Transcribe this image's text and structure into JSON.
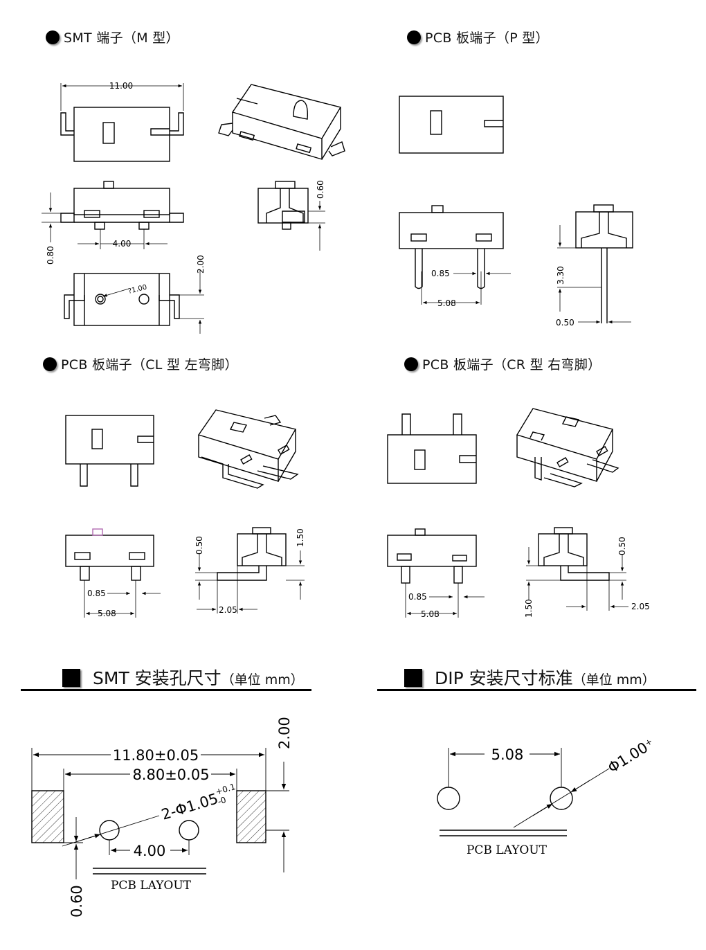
{
  "sections": {
    "smt_m": "SMT 端子（M 型）",
    "pcb_p": "PCB 板端子（P 型）",
    "pcb_cl": "PCB 板端子（CL 型 左弯脚）",
    "pcb_cr": "PCB 板端子（CR 型 右弯脚）"
  },
  "headers": {
    "smt_title": "SMT 安装孔尺寸",
    "smt_unit": "（单位 mm）",
    "dip_title": "DIP 安装尺寸标准",
    "dip_unit": "（单位 mm）"
  },
  "dims": {
    "m_width": "11.00",
    "m_pitch": "4.00",
    "m_h080": "0.80",
    "m_h060": "0.60",
    "m_200": "2.00",
    "m_hole": "?1.00",
    "p_085": "0.85",
    "p_508": "5.08",
    "p_330": "3.30",
    "p_050": "0.50",
    "cl_085": "0.85",
    "cl_508": "5.08",
    "cl_050": "0.50",
    "cl_150": "1.50",
    "cl_205": "2.05",
    "cr_085": "0.85",
    "cr_508": "5.08",
    "cr_050": "0.50",
    "cr_150": "1.50",
    "cr_205": "2.05"
  },
  "smt_layout": {
    "outer": "11.80±0.05",
    "inner": "8.80±0.05",
    "holes": "2-Φ1.05",
    "tol_plus": "+0.1",
    "tol_minus": "-0",
    "pitch": "4.00",
    "pad_h": "2.00",
    "offset": "0.60",
    "label": "PCB LAYOUT"
  },
  "dip_layout": {
    "pitch": "5.08",
    "hole": "Φ1.00",
    "tol": "+",
    "label": "PCB LAYOUT"
  }
}
